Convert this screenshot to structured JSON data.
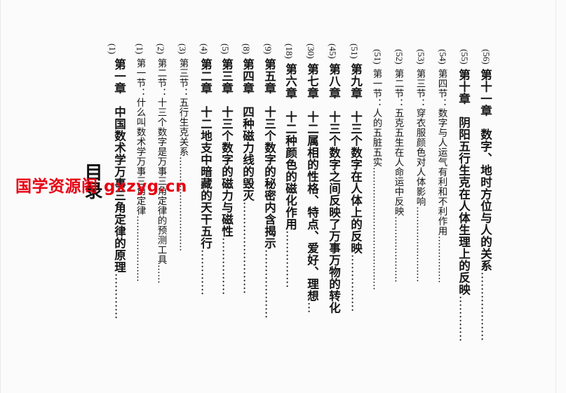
{
  "heading": "目录",
  "watermark": "国学资源阁 gxzyg.cn",
  "entries": [
    {
      "text": "第一章　中国数术学万事三角定律的原理",
      "leader": "…………",
      "page": "(1)"
    },
    {
      "text": "第一节：什么叫数术学万事三角定律",
      "leader": "…………………",
      "page": "(1)"
    },
    {
      "text": "第二节：十三个数字是万事三角定律的预测工具",
      "leader": "……",
      "page": "(2)"
    },
    {
      "text": "第三节：五行生克关系",
      "leader": "…………………………",
      "page": "(3)"
    },
    {
      "text": "第二章　十二地支中暗藏的天干五行",
      "leader": "…………",
      "page": "(4)"
    },
    {
      "text": "第三章　十三个数字的磁力与磁性",
      "leader": "……………",
      "page": "(5)"
    },
    {
      "text": "第四章　四种磁力线的毁灭",
      "leader": "……………………",
      "page": "(8)"
    },
    {
      "text": "第五章　十三个数字的秘密内含揭示",
      "leader": "………………",
      "page": "(9)"
    },
    {
      "text": "第六章　十二种颜色的磁化作用",
      "leader": "……………",
      "page": "(18)"
    },
    {
      "text": "第七章　十二属相的性格、特点、爱好、理想",
      "leader": "…",
      "page": "(30)"
    },
    {
      "text": "第八章　十三个数字之间反映了万事万物的转化",
      "leader": "",
      "page": "(45)"
    },
    {
      "text": "第九章　十三个数字在人体上的反映",
      "leader": "……………",
      "page": "(51)"
    },
    {
      "text": "第一节：人的五脏五实",
      "leader": "…………………………………",
      "page": "(51)"
    },
    {
      "text": "第二节：五克五生在人命运中反映",
      "leader": "…………………",
      "page": "(52)"
    },
    {
      "text": "第三节：穿衣服颜色对人体影响",
      "leader": "……………………",
      "page": "(53)"
    },
    {
      "text": "第四节：数字与人运气有利和不利作用",
      "leader": "……………",
      "page": "(54)"
    },
    {
      "text": "第十章　阴阳五行生克在人体生理上的反映",
      "leader": "…………",
      "page": "(55)"
    },
    {
      "text": "第十一章　数字、地时方位与人的关系",
      "leader": "………………",
      "page": "(56)"
    }
  ]
}
